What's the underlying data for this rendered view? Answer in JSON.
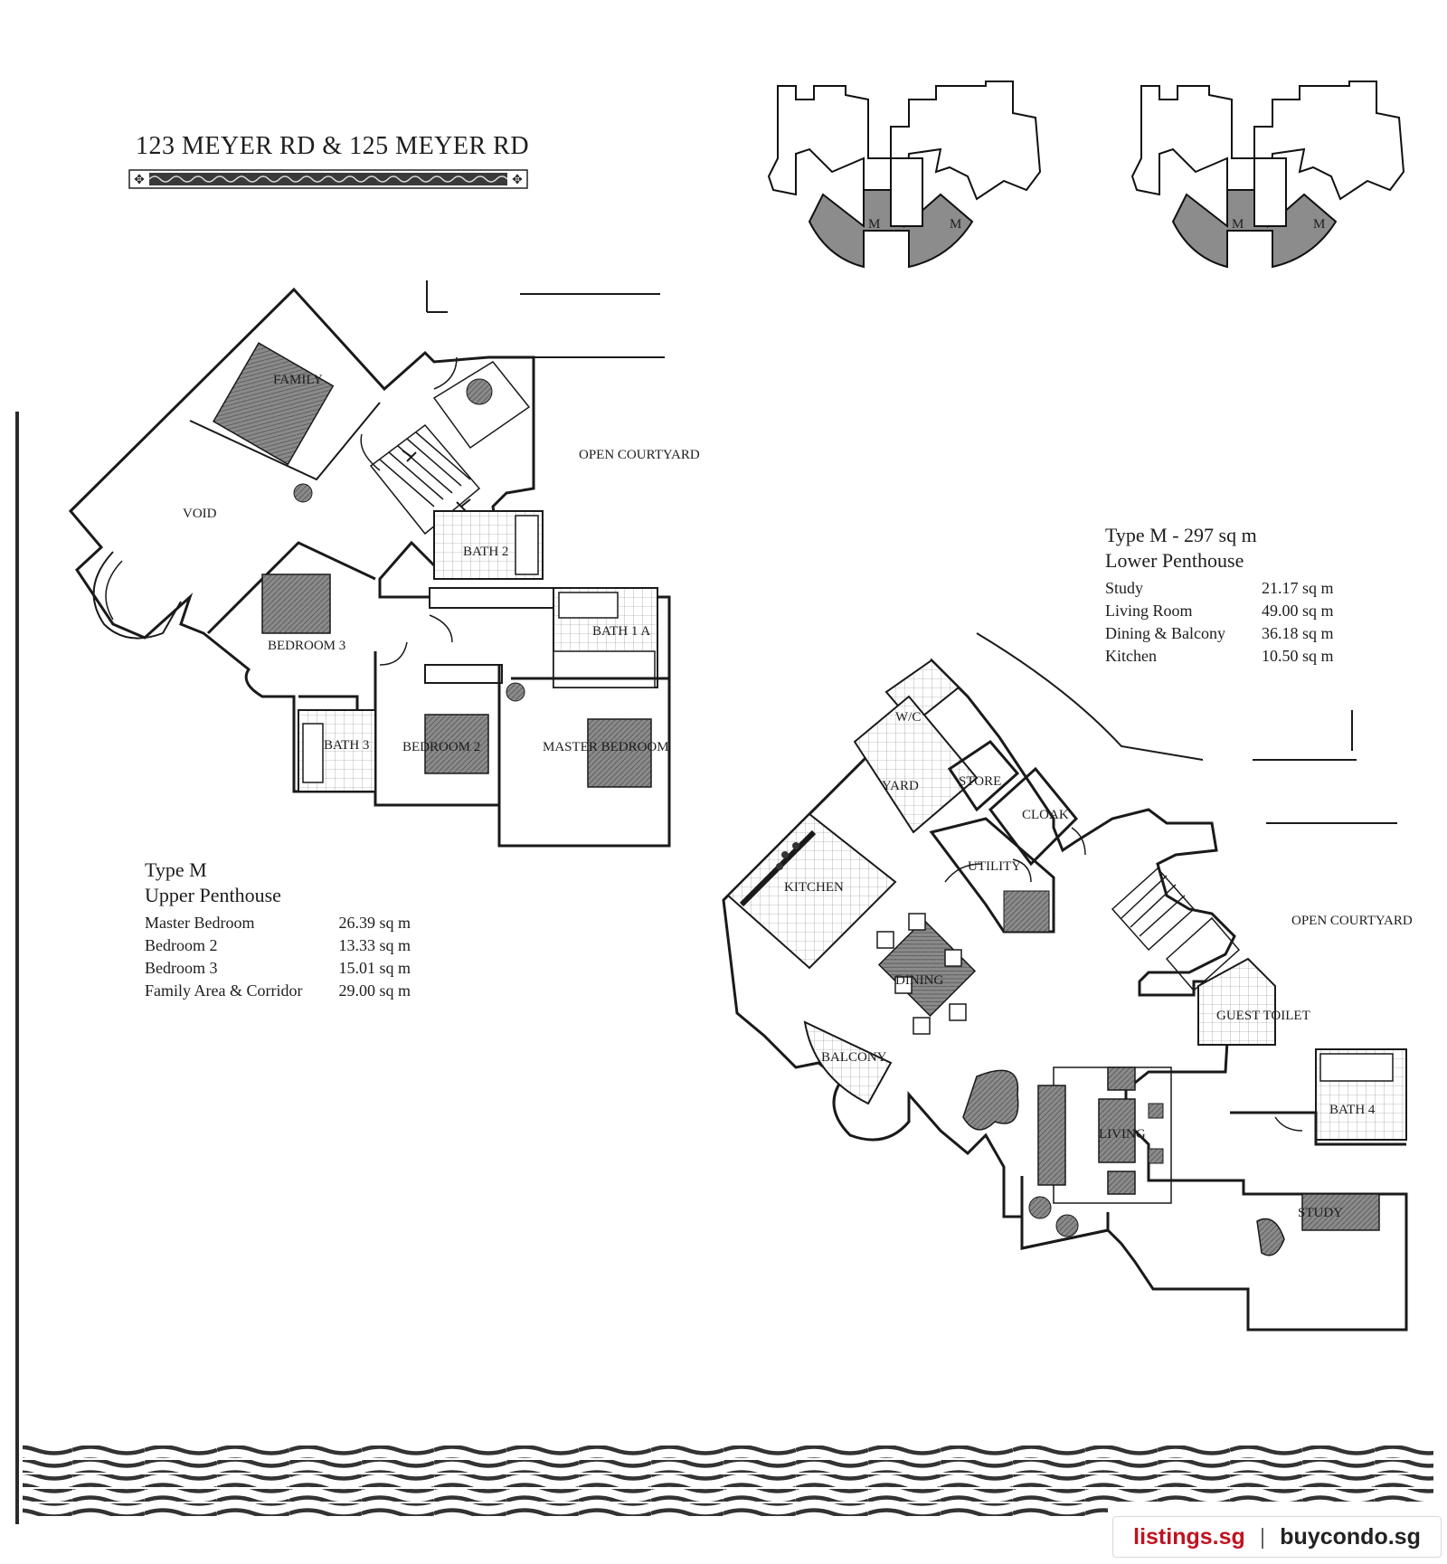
{
  "header": {
    "title": "123 MEYER RD & 125 MEYER RD"
  },
  "keyplan": {
    "unit_label": "M"
  },
  "upper_penthouse": {
    "rooms": [
      "FAMILY",
      "VOID",
      "OPEN COURTYARD",
      "BATH 2",
      "BATH 1 A",
      "BEDROOM 3",
      "BATH 3",
      "BEDROOM 2",
      "MASTER BEDROOM"
    ],
    "spec": {
      "type": "Type M",
      "name": "Upper Penthouse",
      "areas": [
        {
          "room": "Master Bedroom",
          "area": "26.39 sq m"
        },
        {
          "room": "Bedroom 2",
          "area": "13.33 sq m"
        },
        {
          "room": "Bedroom 3",
          "area": "15.01 sq m"
        },
        {
          "room": "Family Area & Corridor",
          "area": "29.00 sq m"
        }
      ]
    }
  },
  "lower_penthouse": {
    "rooms": [
      "W/C",
      "YARD",
      "STORE",
      "CLOAK",
      "UTILITY",
      "KITCHEN",
      "DINING",
      "BALCONY",
      "LIVING",
      "OPEN COURTYARD",
      "GUEST TOILET",
      "BATH 4",
      "STUDY"
    ],
    "spec": {
      "type": "Type M - 297 sq m",
      "name": "Lower Penthouse",
      "areas": [
        {
          "room": "Study",
          "area": "21.17 sq m"
        },
        {
          "room": "Living Room",
          "area": "49.00 sq m"
        },
        {
          "room": "Dining & Balcony",
          "area": "36.18 sq m"
        },
        {
          "room": "Kitchen",
          "area": "10.50 sq m"
        }
      ]
    }
  },
  "footer": {
    "site1": "listings.sg",
    "separator": "|",
    "site2": "buycondo.sg"
  }
}
